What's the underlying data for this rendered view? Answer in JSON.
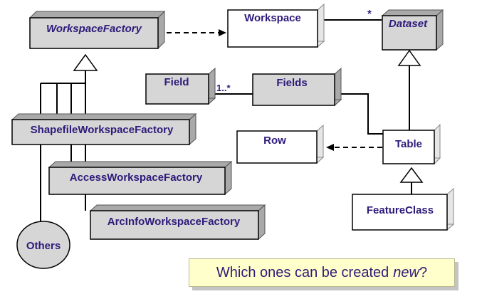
{
  "classes": {
    "workspace_factory": "WorkspaceFactory",
    "workspace": "Workspace",
    "dataset": "Dataset",
    "field": "Field",
    "fields": "Fields",
    "row": "Row",
    "table": "Table",
    "feature_class": "FeatureClass",
    "shapefile_factory": "ShapefileWorkspaceFactory",
    "access_factory": "AccessWorkspaceFactory",
    "arcinfo_factory": "ArcInfoWorkspaceFactory",
    "others": "Others"
  },
  "multiplicity": {
    "workspace_dataset": "*",
    "field_fields": "1..*"
  },
  "question": {
    "text": "Which ones can be created",
    "emphasis": "new",
    "suffix": "?"
  }
}
